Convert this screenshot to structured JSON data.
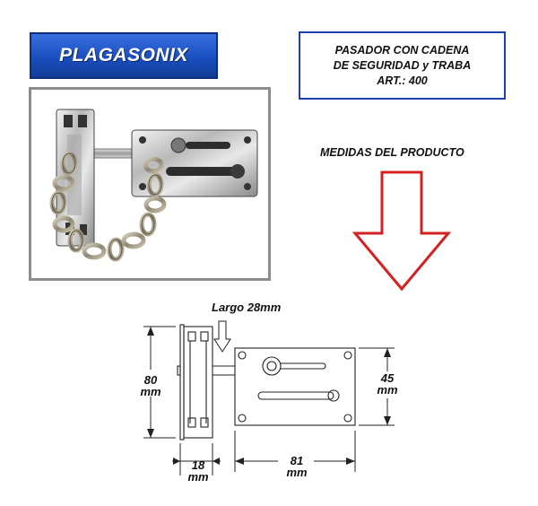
{
  "brand": {
    "name": "PLAGASONIX"
  },
  "product": {
    "title_lines": [
      "PASADOR CON CADENA",
      "DE SEGURIDAD y TRABA",
      "ART.: 400"
    ]
  },
  "measures": {
    "heading": "MEDIDAS DEL PRODUCTO",
    "largo": "Largo 28mm",
    "height_value": "80",
    "height_unit": "mm",
    "plate_height_value": "45",
    "plate_height_unit": "mm",
    "bracket_width_value": "18",
    "bracket_width_unit": "mm",
    "plate_width_value": "81",
    "plate_width_unit": "mm"
  },
  "colors": {
    "banner_blue": "#1a4fbf",
    "title_border": "#1f3fae",
    "arrow_red": "#d32020",
    "frame_gray": "#8c8c8c"
  }
}
